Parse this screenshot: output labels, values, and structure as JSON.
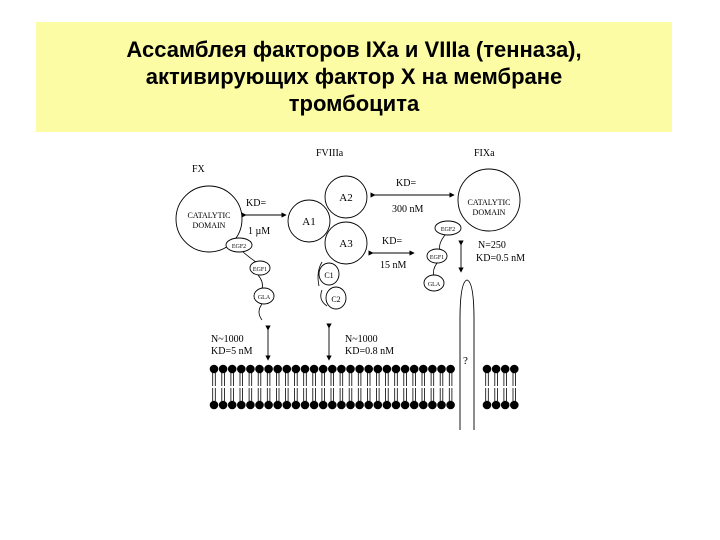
{
  "title": {
    "line1": "Ассамблея факторов IXa и  VIIIa (тенназа),",
    "line2": "активирующих фактор X на мембране",
    "line3": "тромбоцита"
  },
  "diagram": {
    "fx_label": "FX",
    "fviiia_label": "FVIIIa",
    "fixa_label": "FIXa",
    "catalytic_line1": "CATALYTIC",
    "catalytic_line2": "DOMAIN",
    "egf2": "EGF2",
    "egf1": "EGF1",
    "gla": "GLA",
    "a1": "A1",
    "a2": "A2",
    "a3": "A3",
    "c1": "C1",
    "c2": "C2",
    "kd_fx_fviiia_line1": "KD=",
    "kd_fx_fviiia_line2": "1 µM",
    "kd_a2_fixa_line1": "KD=",
    "kd_a2_fixa_line2": "300 nM",
    "kd_a3_fixa_line1": "KD=",
    "kd_a3_fixa_line2": "15 nM",
    "fixa_membrane_line1": "N=250",
    "fixa_membrane_line2": "KD=0.5 nM",
    "fx_membrane_line1": "N~1000",
    "fx_membrane_line2": "KD=5 nM",
    "fviiia_membrane_line1": "N~1000",
    "fviiia_membrane_line2": "KD=0.8 nM",
    "receptor_mark": "?"
  }
}
